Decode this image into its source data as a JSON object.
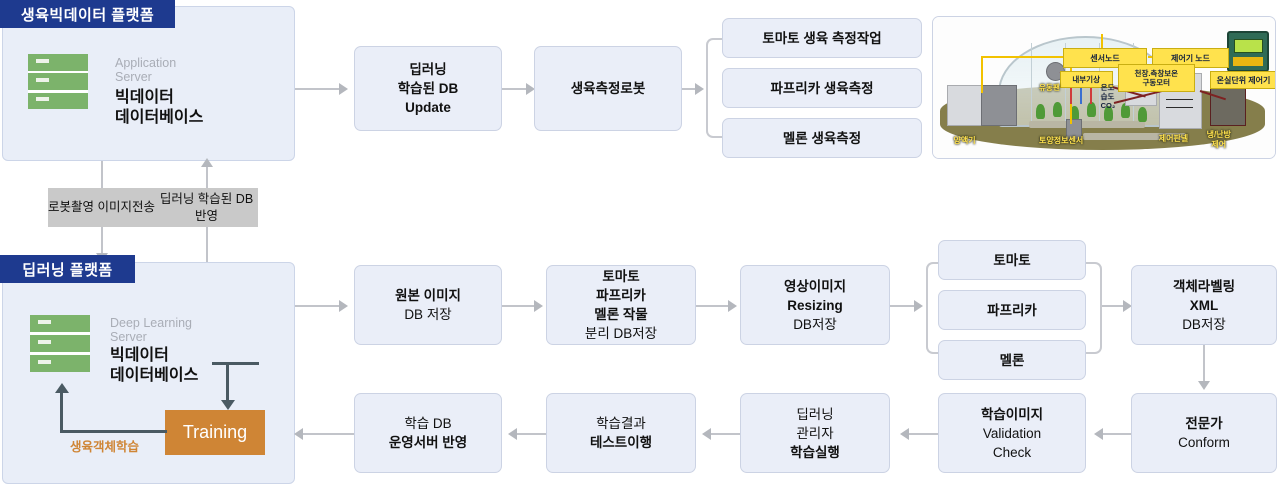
{
  "platforms": {
    "top": {
      "header": "생육빅데이터 플랫폼",
      "server_role": "Application\nServer",
      "server_role_l1": "Application",
      "server_role_l2": "Server",
      "server_name_l1": "빅데이터",
      "server_name_l2": "데이터베이스",
      "icon": "server-icon"
    },
    "bottom": {
      "header": "딥러닝 플랫폼",
      "server_role_l1": "Deep Learning",
      "server_role_l2": "Server",
      "server_name_l1": "빅데이터",
      "server_name_l2": "데이터베이스",
      "icon": "server-icon",
      "training_label": "Training",
      "loop_label": "생육객체학습"
    }
  },
  "connector_labels": {
    "robot_capture_l1": "로봇촬영",
    "robot_capture_l2": "이미지전송",
    "db_reflect_l1": "딥러닝 학습된",
    "db_reflect_l2": "DB반영"
  },
  "top_flow": {
    "deep_update": {
      "l1": "딥러닝",
      "l2": "학습된 DB",
      "l3": "Update"
    },
    "robot": {
      "l1": "생육측정로봇"
    },
    "measure_items": [
      {
        "label": "토마토 생육 측정작업"
      },
      {
        "label": "파프리카 생육측정"
      },
      {
        "label": "멜론 생육측정"
      }
    ]
  },
  "bottom_flow": {
    "raw_image": {
      "l1": "원본 이미지",
      "l2": "DB 저장"
    },
    "crop_split": {
      "l1": "토마토",
      "l2": "파프리카",
      "l3": "멜론 작물",
      "l4": "분리 DB저장"
    },
    "resizing": {
      "l1": "영상이미지",
      "l2": "Resizing",
      "l3": "DB저장"
    },
    "crops": [
      {
        "label": "토마토"
      },
      {
        "label": "파프리카"
      },
      {
        "label": "멜론"
      }
    ],
    "labeling": {
      "l1": "객체라벨링",
      "l2": "XML",
      "l3": "DB저장"
    },
    "expert": {
      "l1": "전문가",
      "l2": "Conform"
    },
    "validation": {
      "l1": "학습이미지",
      "l2": "Validation",
      "l3": "Check"
    },
    "train_exec": {
      "l1": "딥러닝",
      "l2": "관리자",
      "l3": "학습실행"
    },
    "test_run": {
      "l1": "학습결과",
      "l2": "테스트이행"
    },
    "apply_db": {
      "l1": "학습 DB",
      "l2": "운영서버 반영"
    }
  },
  "greenhouse": {
    "labels": {
      "sensor_node": "센서노드",
      "controller_node": "제어기 노드",
      "greenhouse_controller": "온실단위 제어기",
      "inner_weather": "내부기상",
      "roof_side_insulation_l1": "천장.측창보온",
      "roof_side_insulation_l2": "구동모터"
    },
    "sensor_items": [
      "온도",
      "습도",
      "CO₂"
    ],
    "captions": {
      "fan": "유동팬",
      "nutrient": "양액기",
      "soil_sensor": "토양정보센서",
      "control_panel": "제어판넬",
      "hvac_l1": "냉/난방",
      "hvac_l2": "제어"
    }
  },
  "colors": {
    "platform_header": "#1e3a8f",
    "platform_fill": "#e9eef8",
    "box_fill": "#eaeef8",
    "box_border": "#ccd3e4",
    "server_green": "#7cb36b",
    "training_orange": "#cf8535",
    "label_gray": "#c9c9c9",
    "connector_gray": "#c2c4ca",
    "loop_dark": "#4a5a63",
    "highlight_yellow": "#ffe24d"
  }
}
